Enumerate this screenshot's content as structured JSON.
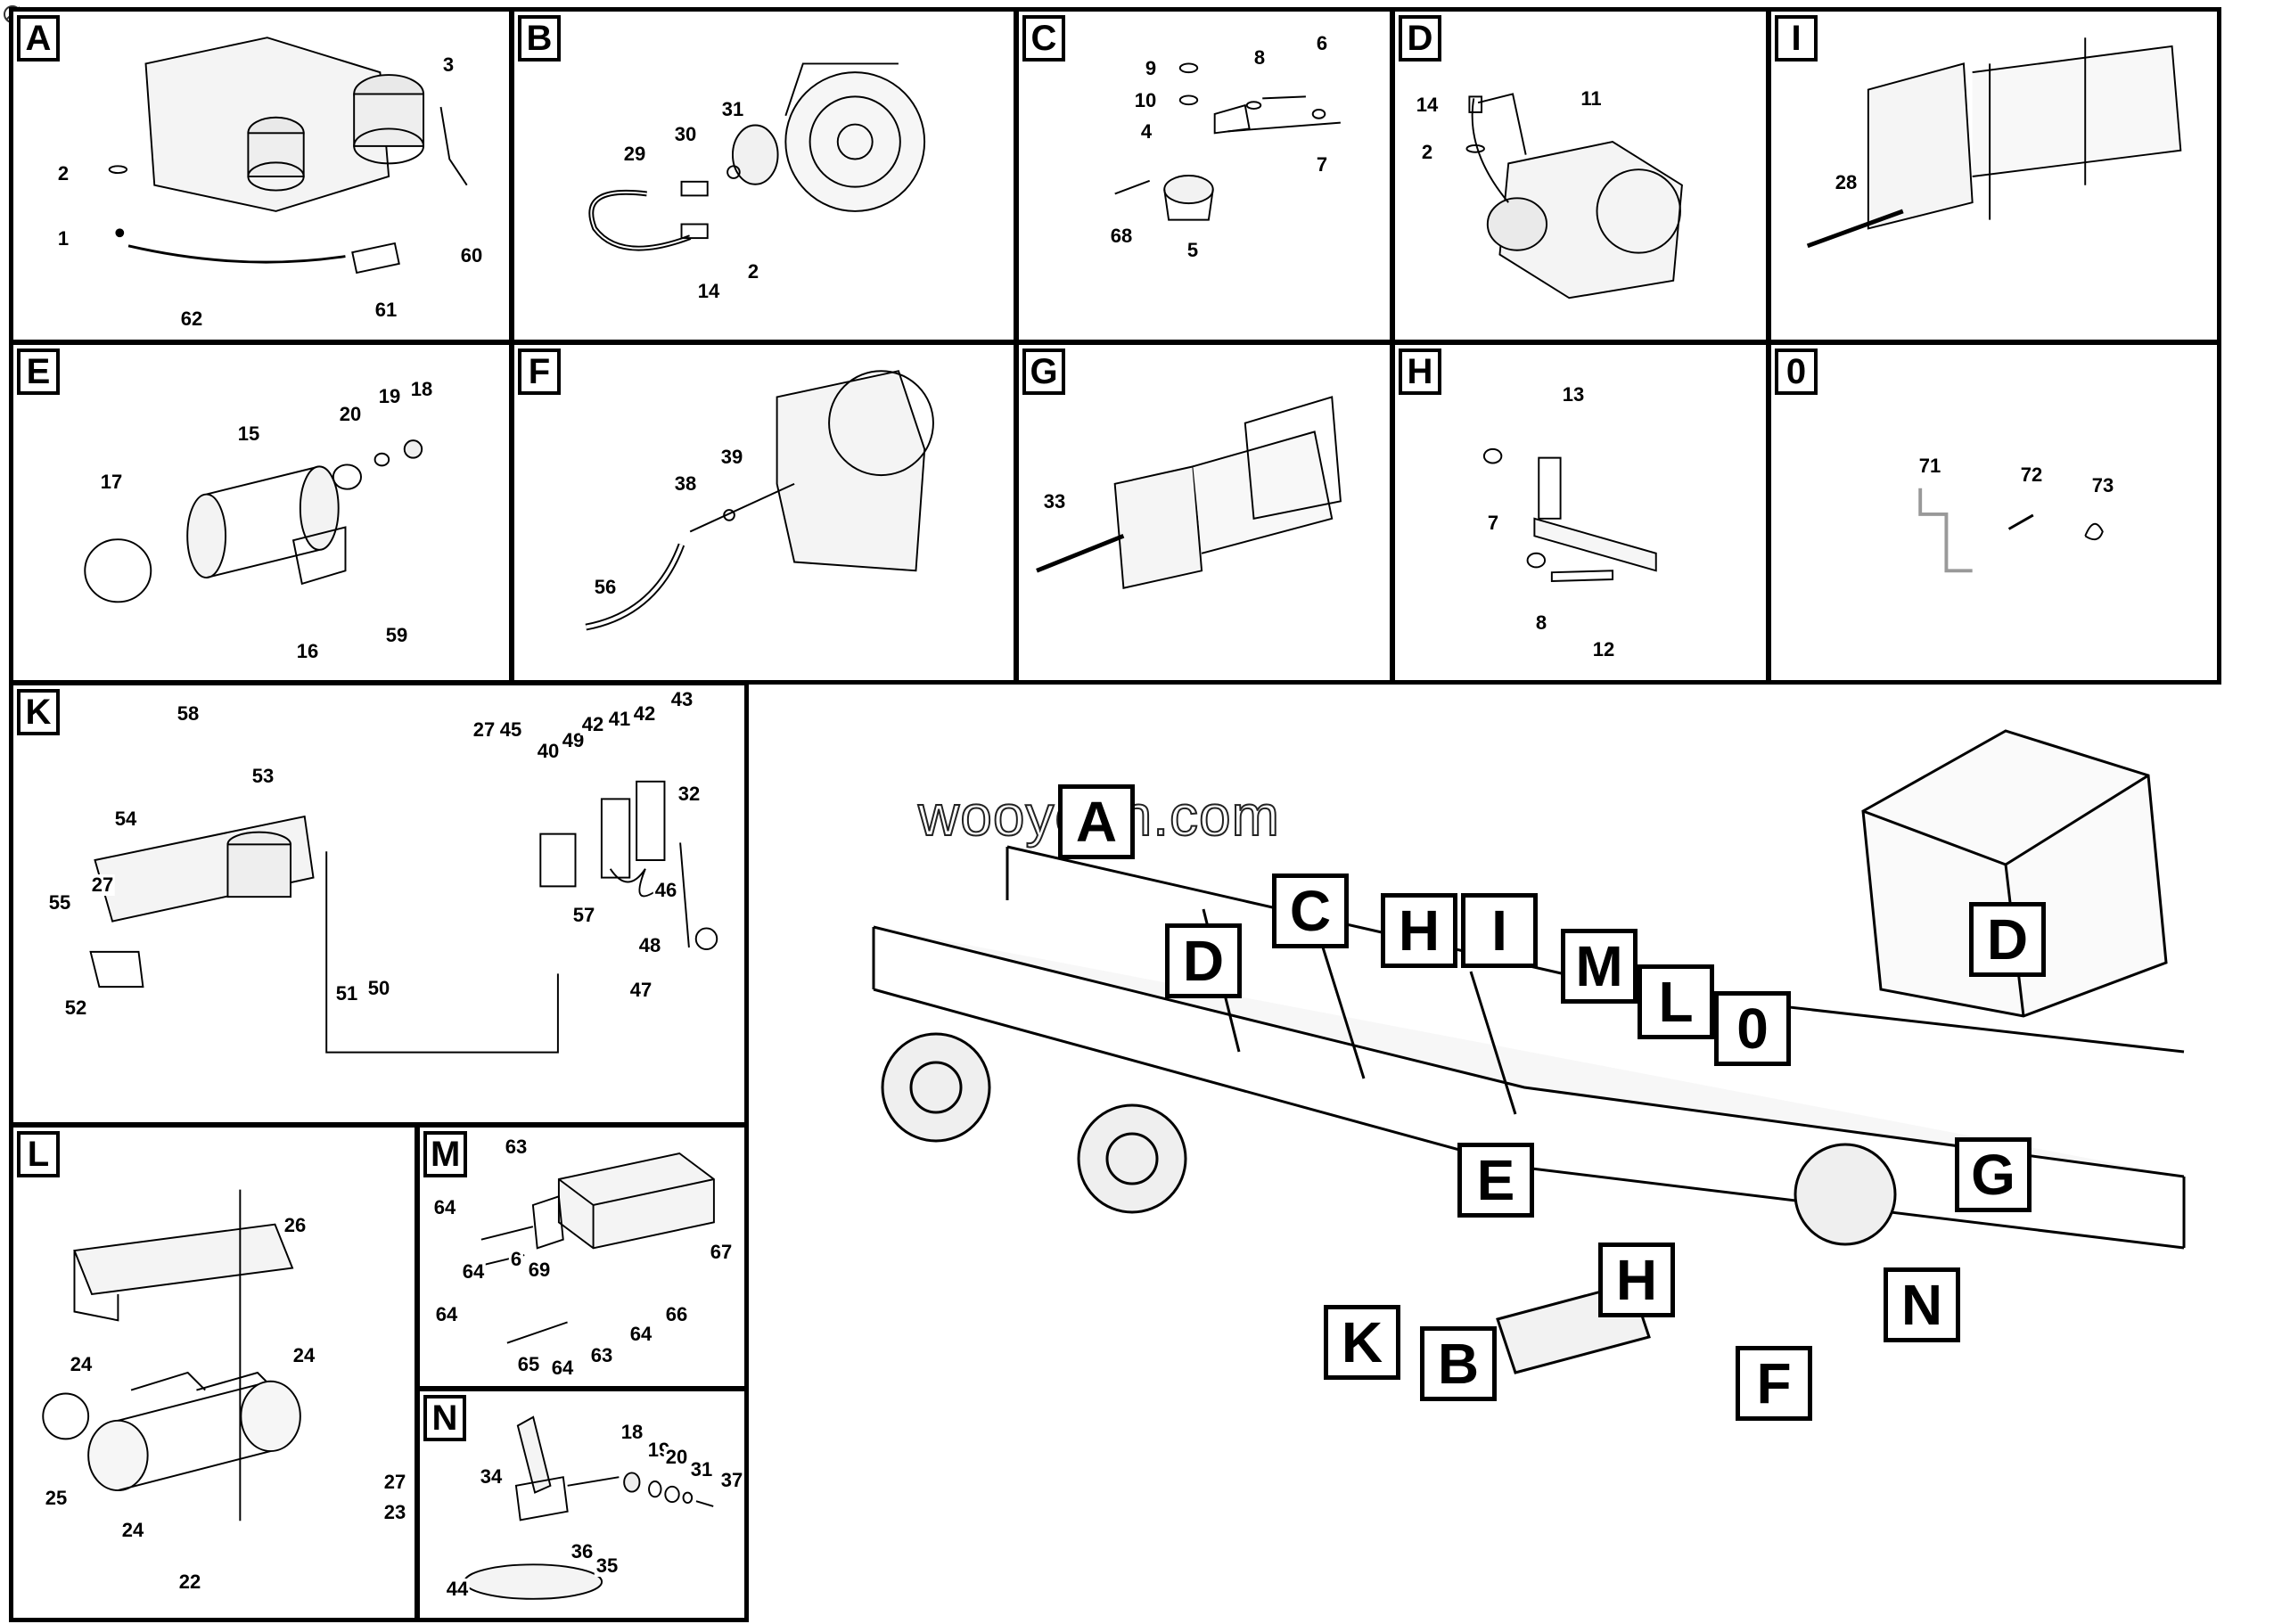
{
  "watermark": "wooyeah.com",
  "panels": [
    {
      "id": "A",
      "label": "A",
      "parts": [
        "1",
        "2",
        "3",
        "60",
        "61",
        "62"
      ]
    },
    {
      "id": "B",
      "label": "B",
      "parts": [
        "29",
        "30",
        "31",
        "14",
        "2"
      ]
    },
    {
      "id": "C",
      "label": "C",
      "parts": [
        "9",
        "10",
        "4",
        "8",
        "6",
        "7",
        "68",
        "5"
      ]
    },
    {
      "id": "D",
      "label": "D",
      "parts": [
        "14",
        "2",
        "11"
      ]
    },
    {
      "id": "I",
      "label": "I",
      "parts": [
        "28"
      ]
    },
    {
      "id": "E",
      "label": "E",
      "parts": [
        "17",
        "15",
        "20",
        "19",
        "18",
        "16",
        "59"
      ]
    },
    {
      "id": "F",
      "label": "F",
      "parts": [
        "38",
        "39",
        "56"
      ]
    },
    {
      "id": "G",
      "label": "G",
      "parts": [
        "33"
      ]
    },
    {
      "id": "H",
      "label": "H",
      "parts": [
        "13",
        "7",
        "8",
        "12"
      ]
    },
    {
      "id": "O",
      "label": "0",
      "parts": [
        "71",
        "72",
        "73"
      ]
    },
    {
      "id": "K",
      "label": "K",
      "parts": [
        "58",
        "53",
        "54",
        "55",
        "27",
        "52",
        "27",
        "45",
        "40",
        "49",
        "42",
        "41",
        "42",
        "43",
        "32",
        "46",
        "57",
        "48",
        "47",
        "51",
        "50"
      ]
    },
    {
      "id": "L",
      "label": "L",
      "parts": [
        "26",
        "24",
        "24",
        "25",
        "24",
        "22",
        "27",
        "23"
      ]
    },
    {
      "id": "M",
      "label": "M",
      "parts": [
        "63",
        "64",
        "64",
        "6",
        "69",
        "67",
        "64",
        "65",
        "64",
        "63",
        "64",
        "66"
      ]
    },
    {
      "id": "N",
      "label": "N",
      "parts": [
        "34",
        "18",
        "19",
        "20",
        "31",
        "37",
        "36",
        "35",
        "44"
      ]
    }
  ],
  "callouts": [
    "A",
    "C",
    "H",
    "I",
    "M",
    "D",
    "D",
    "L",
    "0",
    "E",
    "G",
    "H",
    "K",
    "B",
    "N",
    "F"
  ]
}
